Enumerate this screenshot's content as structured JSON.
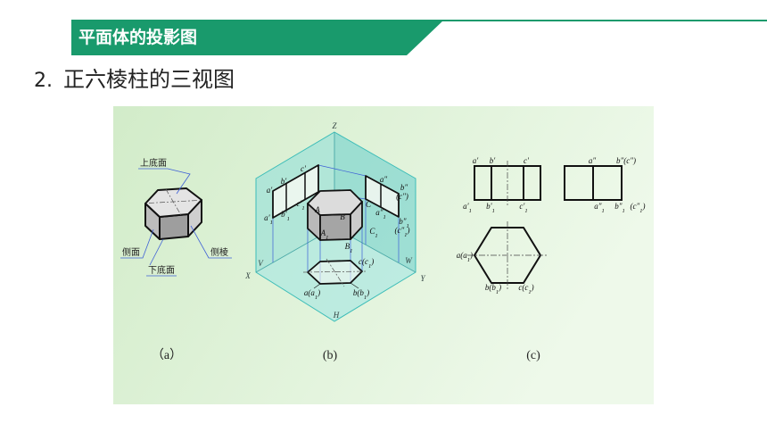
{
  "header": {
    "title": "平面体的投影图"
  },
  "subtitle": {
    "number": "2.",
    "text": "正六棱柱的三视图"
  },
  "figure": {
    "a": {
      "caption": "（a）",
      "top_face": "上底面",
      "side_face": "侧面",
      "bottom_face": "下底面",
      "side_edge": "侧棱"
    },
    "b": {
      "caption": "(b)",
      "axes": {
        "z": "Z",
        "x": "X",
        "y": "Y",
        "v": "V",
        "w": "W",
        "h": "H"
      },
      "front_view": {
        "a": {
          "t": "a'"
        },
        "b": {
          "t": "b'"
        },
        "c": {
          "t": "c'"
        },
        "a1": {
          "t": "a'",
          "s": "1"
        },
        "b1": {
          "t": "b'",
          "s": "1"
        },
        "c1": {
          "t": "c'",
          "s": "1"
        }
      },
      "side_view": {
        "a": {
          "t": "a\""
        },
        "b": {
          "t": "b\""
        },
        "c": {
          "t": "(c\")"
        },
        "a1": {
          "t": "a\"",
          "s": "1"
        },
        "b1": {
          "t": "b\"",
          "s": "1"
        },
        "c1": {
          "t": "(c\"",
          "s": "1",
          "t2": ")"
        }
      },
      "solid": {
        "A": {
          "t": "A"
        },
        "B": {
          "t": "B"
        },
        "C": {
          "t": "C"
        },
        "A1": {
          "t": "A",
          "s": "1"
        },
        "B1": {
          "t": "B",
          "s": "1"
        },
        "C1": {
          "t": "C",
          "s": "1"
        }
      },
      "top_view": {
        "a": {
          "t": "a(a",
          "s": "1",
          "t2": ")"
        },
        "b": {
          "t": "b(b",
          "s": "1",
          "t2": ")"
        },
        "c": {
          "t": "c(c",
          "s": "1",
          "t2": ")"
        }
      }
    },
    "c": {
      "caption": "(c)",
      "front_view": {
        "a": {
          "t": "a'"
        },
        "b": {
          "t": "b'"
        },
        "c": {
          "t": "c'"
        },
        "a1": {
          "t": "a'",
          "s": "1"
        },
        "b1": {
          "t": "b'",
          "s": "1"
        },
        "c1": {
          "t": "c'",
          "s": "1"
        }
      },
      "side_view": {
        "a": {
          "t": "a\""
        },
        "bc": {
          "t": "b\"(c\")"
        },
        "a1": {
          "t": "a\"",
          "s": "1"
        },
        "b1": {
          "t": "b\"",
          "s": "1"
        },
        "c1": {
          "t": "(c\"",
          "s": "1",
          "t2": ")"
        }
      },
      "top_view": {
        "a": {
          "t": "a(a",
          "s": "1",
          "t2": ")"
        },
        "b": {
          "t": "b(b",
          "s": "1",
          "t2": ")"
        },
        "c": {
          "t": "c(c",
          "s": "1",
          "t2": ")"
        }
      }
    }
  },
  "colors": {
    "brand_green": "#199a6c",
    "panel_left": "#d2ecc9",
    "panel_right": "#eef9ea",
    "projection_plane": "#7fd8d6",
    "leader_line": "#3d5fd6",
    "outline": "#111111"
  }
}
